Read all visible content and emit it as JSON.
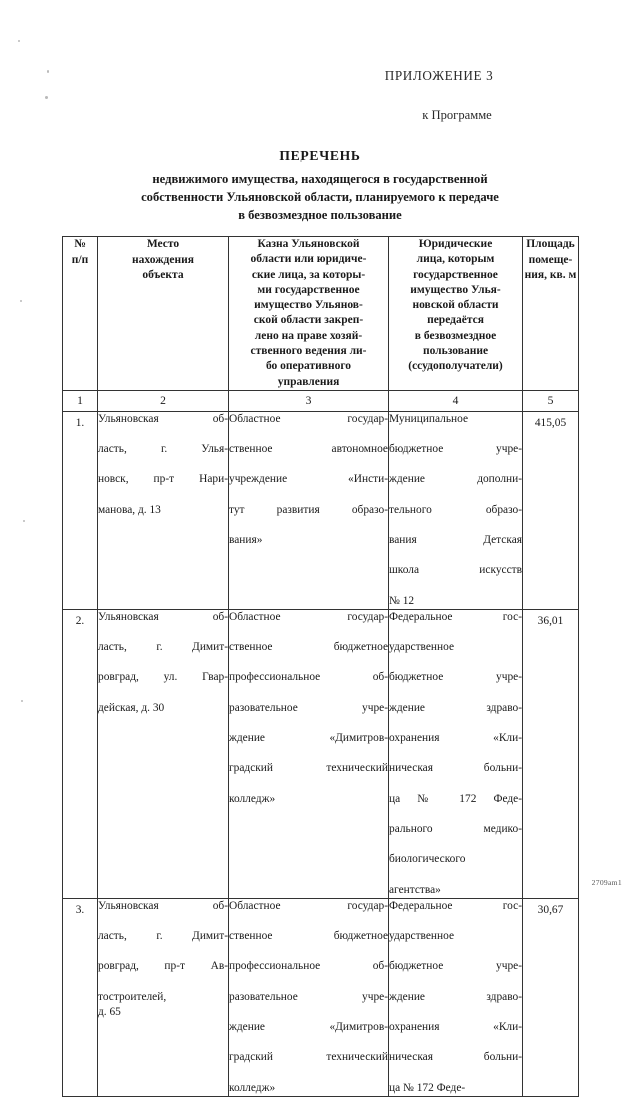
{
  "document": {
    "appendix_label": "ПРИЛОЖЕНИЕ 3",
    "appendix_ref": "к Программе",
    "title": "ПЕРЕЧЕНЬ",
    "subtitle_line1": "недвижимого имущества, находящегося в государственной",
    "subtitle_line2": "собственности Ульяновской области, планируемого к передаче",
    "subtitle_line3": "в безвозмездное пользование",
    "footer_code": "2709am1"
  },
  "table": {
    "headers": [
      "№ п/п",
      "Место нахождения объекта",
      "Казна Ульяновской области или юридические лица, за которыми государственное имущество Ульяновской области закреплено на праве хозяйственного ведения либо оперативного управления",
      "Юридические лица, которым государственное имущество Ульяновской области передаётся в безвозмездное пользование (ссудополучатели)",
      "Площадь помещения, кв. м"
    ],
    "header_lines": {
      "col1": [
        "№",
        "п/п"
      ],
      "col2": [
        "Место",
        "нахождения",
        "объекта"
      ],
      "col3": [
        "Казна Ульяновской",
        "области или юридиче-",
        "ские лица, за которы-",
        "ми государственное",
        "имущество Ульянов-",
        "ской области закреп-",
        "лено на праве хозяй-",
        "ственного ведения ли-",
        "бо оперативного",
        "управления"
      ],
      "col4": [
        "Юридические",
        "лица, которым",
        "государственное",
        "имущество Улья-",
        "новской области",
        "передаётся",
        "в безвозмездное",
        "пользование",
        "(ссудополучатели)"
      ],
      "col5": [
        "Площадь",
        "помеще-",
        "ния, кв. м"
      ]
    },
    "column_numbers": [
      "1",
      "2",
      "3",
      "4",
      "5"
    ],
    "rows": [
      {
        "index": "1.",
        "location": "Ульяновская область, г. Ульяновск, пр-т Нариманова, д. 13",
        "location_lines": [
          "Ульяновская об-",
          "ласть, г. Улья-",
          "новск, пр-т Нари-",
          "манова, д. 13"
        ],
        "holder": "Областное государственное автономное учреждение «Институт развития образования»",
        "holder_lines": [
          "Областное государ-",
          "ственное автономное",
          "учреждение «Инсти-",
          "тут развития образо-",
          "вания»"
        ],
        "recipient": "Муниципальное бюджетное учреждение дополнительного образования Детская школа искусств № 12",
        "recipient_lines": [
          "Муниципальное",
          "бюджетное учре-",
          "ждение дополни-",
          "тельного образо-",
          "вания Детская",
          "школа искусств",
          "№ 12"
        ],
        "area": "415,05"
      },
      {
        "index": "2.",
        "location": "Ульяновская область, г. Димитровград, ул. Гвардейская, д. 30",
        "location_lines": [
          "Ульяновская об-",
          "ласть, г. Димит-",
          "ровград, ул. Гвар-",
          "дейская, д. 30"
        ],
        "holder": "Областное государственное бюджетное профессиональное образовательное учреждение «Димитровградский технический колледж»",
        "holder_lines": [
          "Областное государ-",
          "ственное бюджетное",
          "профессиональное об-",
          "разовательное учре-",
          "ждение «Димитров-",
          "градский технический",
          "колледж»"
        ],
        "recipient": "Федеральное государственное бюджетное учреждение здравоохранения «Клиническая больница № 172 Федерального медико-биологического агентства»",
        "recipient_lines": [
          "Федеральное гос-",
          "ударственное",
          "бюджетное учре-",
          "ждение здраво-",
          "охранения «Кли-",
          "ническая больни-",
          "ца № 172 Феде-",
          "рального медико-",
          "биологического",
          "агентства»"
        ],
        "area": "36,01"
      },
      {
        "index": "3.",
        "location": "Ульяновская область, г. Димитровград, пр-т Автостроителей, д. 65",
        "location_lines": [
          "Ульяновская об-",
          "ласть, г. Димит-",
          "ровград, пр-т Ав-",
          "тостроителей,",
          "д. 65"
        ],
        "holder": "Областное государственное бюджетное профессиональное образовательное учреждение «Димитровградский технический колледж»",
        "holder_lines": [
          "Областное государ-",
          "ственное бюджетное",
          "профессиональное об-",
          "разовательное учре-",
          "ждение «Димитров-",
          "градский технический",
          "колледж»"
        ],
        "recipient": "Федеральное государственное бюджетное учреждение здравоохранения «Клиническая больница № 172 Феде-",
        "recipient_lines": [
          "Федеральное гос-",
          "ударственное",
          "бюджетное учре-",
          "ждение здраво-",
          "охранения «Кли-",
          "ническая больни-",
          "ца № 172 Феде-"
        ],
        "area": "30,67"
      }
    ]
  }
}
